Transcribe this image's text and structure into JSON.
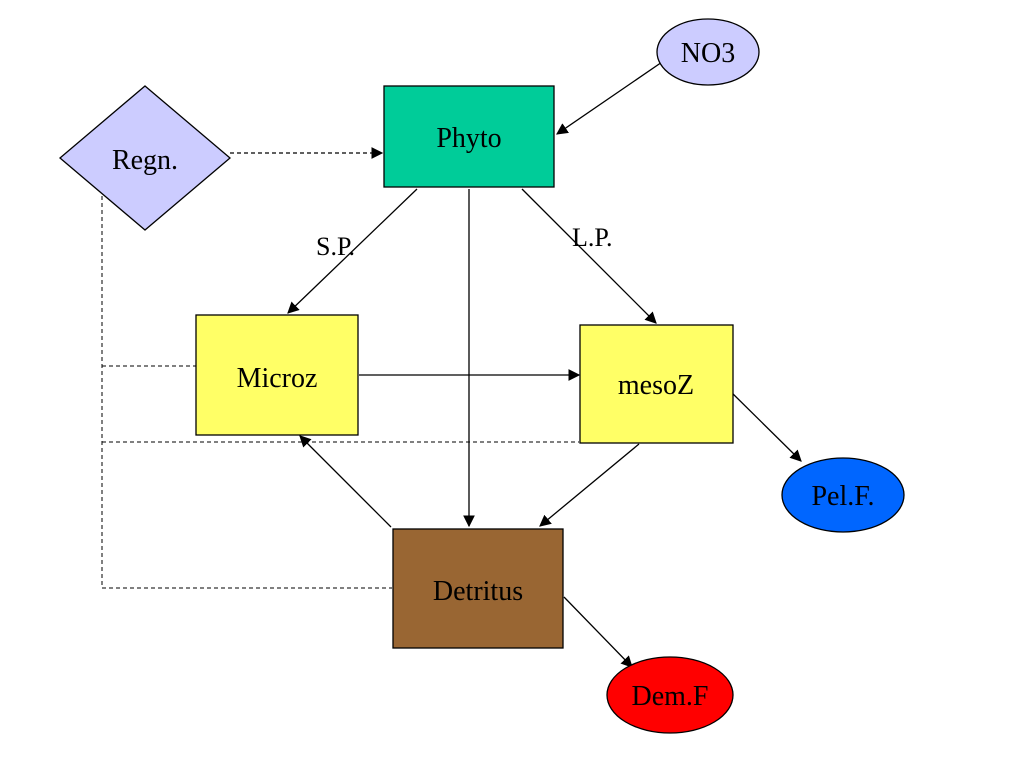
{
  "diagram": {
    "nodes": {
      "no3": {
        "label": "NO3",
        "color": "#ccccff"
      },
      "phyto": {
        "label": "Phyto",
        "color": "#00cc99"
      },
      "regn": {
        "label": "Regn.",
        "color": "#ccccff"
      },
      "microz": {
        "label": "Microz",
        "color": "#ffff66"
      },
      "mesoz": {
        "label": "mesoZ",
        "color": "#ffff66"
      },
      "pelf": {
        "label": "Pel.F.",
        "color": "#0066ff"
      },
      "detritus": {
        "label": "Detritus",
        "color": "#996633"
      },
      "demf": {
        "label": "Dem.F",
        "color": "#ff0000"
      }
    },
    "edge_labels": {
      "small_phyto": "S.P.",
      "large_phyto": "L.P."
    },
    "edges": [
      {
        "from": "NO3",
        "to": "Phyto",
        "style": "solid"
      },
      {
        "from": "Regn.",
        "to": "Phyto",
        "style": "dashed"
      },
      {
        "from": "Phyto",
        "to": "Microz",
        "style": "solid",
        "label": "S.P."
      },
      {
        "from": "Phyto",
        "to": "mesoZ",
        "style": "solid",
        "label": "L.P."
      },
      {
        "from": "Phyto",
        "to": "Detritus",
        "style": "solid"
      },
      {
        "from": "Microz",
        "to": "mesoZ",
        "style": "solid"
      },
      {
        "from": "mesoZ",
        "to": "Detritus",
        "style": "solid"
      },
      {
        "from": "mesoZ",
        "to": "Pel.F.",
        "style": "solid"
      },
      {
        "from": "Detritus",
        "to": "Microz",
        "style": "solid"
      },
      {
        "from": "Detritus",
        "to": "Dem.F",
        "style": "solid"
      },
      {
        "from": "Microz",
        "to": "Regn.",
        "style": "dashed"
      },
      {
        "from": "mesoZ",
        "to": "Regn.",
        "style": "dashed"
      },
      {
        "from": "Detritus",
        "to": "Regn.",
        "style": "dashed"
      }
    ]
  }
}
